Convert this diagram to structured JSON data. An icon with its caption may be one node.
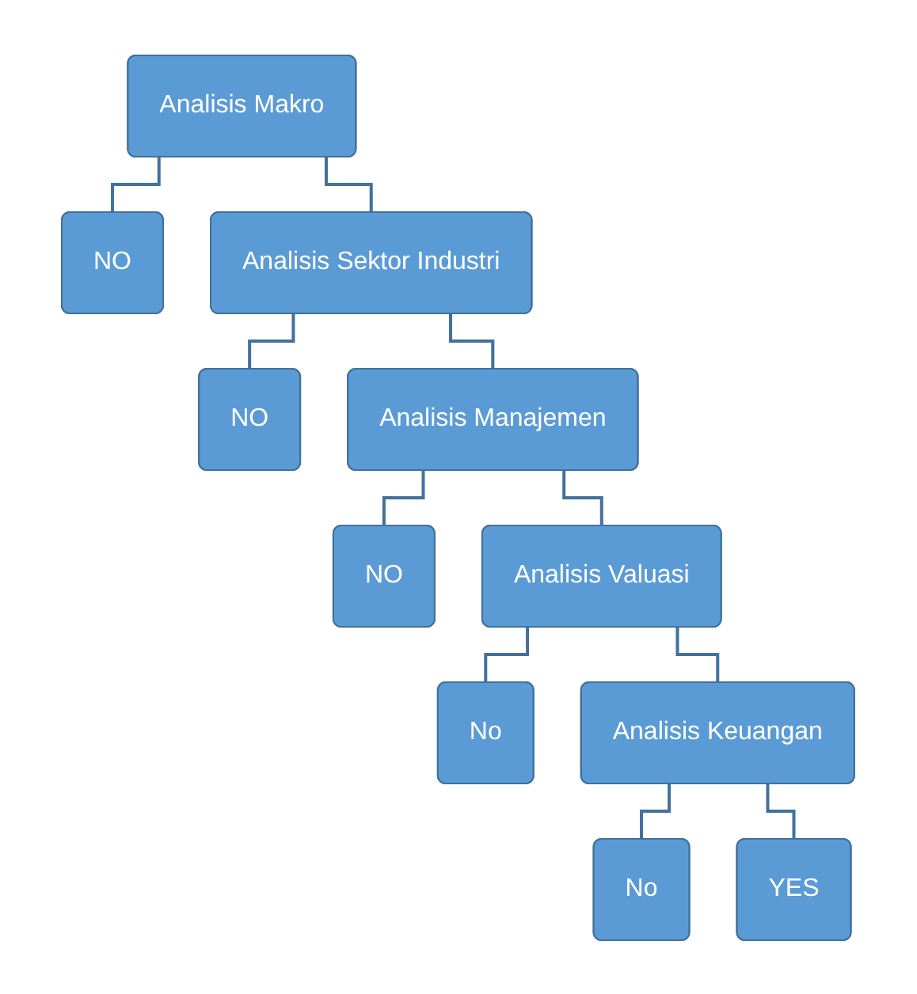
{
  "diagram": {
    "nodes": [
      {
        "text": [
          "Analisis Makro"
        ]
      },
      {
        "text": [
          "NO"
        ]
      },
      {
        "text": [
          "Analisis Sektor Industri"
        ]
      },
      {
        "text": [
          "NO"
        ]
      },
      {
        "text": [
          "Analisis Manajemen"
        ]
      },
      {
        "text": [
          "NO"
        ]
      },
      {
        "text": [
          "Analisis Valuasi"
        ]
      },
      {
        "text": [
          "No"
        ]
      },
      {
        "text": [
          "Analisis Keuangan"
        ]
      },
      {
        "text": [
          "No"
        ]
      },
      {
        "text": [
          "YES"
        ]
      }
    ],
    "edges": [
      {
        "from": 0,
        "to": 1,
        "arrow": "none"
      },
      {
        "from": 0,
        "to": 2,
        "arrow": "none"
      },
      {
        "from": 2,
        "to": 3,
        "arrow": "none"
      },
      {
        "from": 2,
        "to": 4,
        "arrow": "none"
      },
      {
        "from": 4,
        "to": 5,
        "arrow": "none"
      },
      {
        "from": 4,
        "to": 6,
        "arrow": "none"
      },
      {
        "from": 6,
        "to": 7,
        "arrow": "none"
      },
      {
        "from": 6,
        "to": 8,
        "arrow": "none"
      },
      {
        "from": 8,
        "to": 9,
        "arrow": "none"
      },
      {
        "from": 8,
        "to": 10,
        "arrow": "none"
      }
    ]
  }
}
